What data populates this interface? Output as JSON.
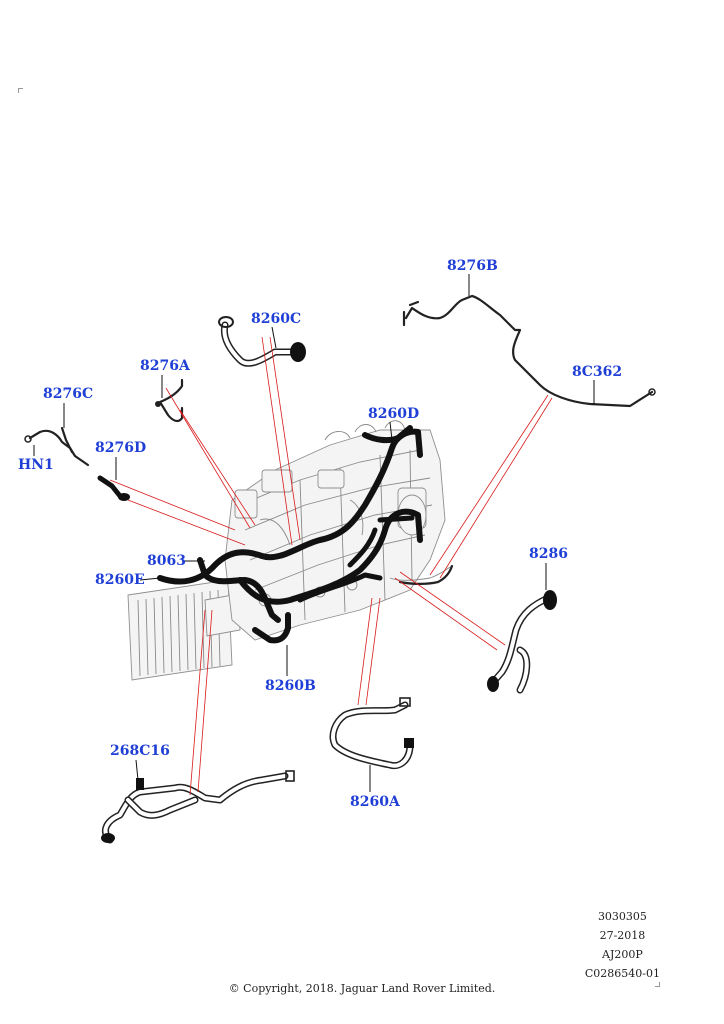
{
  "callouts": {
    "c8276B": "8276B",
    "c8260C": "8260C",
    "c8276A": "8276A",
    "c8C362": "8C362",
    "c8276C": "8276C",
    "c8260D": "8260D",
    "c8276D": "8276D",
    "cHN1": "HN1",
    "c8286": "8286",
    "c8063": "8063",
    "c8260E": "8260E",
    "c8260B": "8260B",
    "c268C16": "268C16",
    "c8260A": "8260A"
  },
  "meta": {
    "line1": "3030305",
    "line2": "27-2018",
    "line3": "AJ200P",
    "line4": "C0286540-01"
  },
  "copyright": "© Copyright, 2018. Jaguar Land Rover Limited.",
  "colors": {
    "callout": "#1f3fd6",
    "leader": "#d81b1b",
    "hose": "#111111"
  }
}
